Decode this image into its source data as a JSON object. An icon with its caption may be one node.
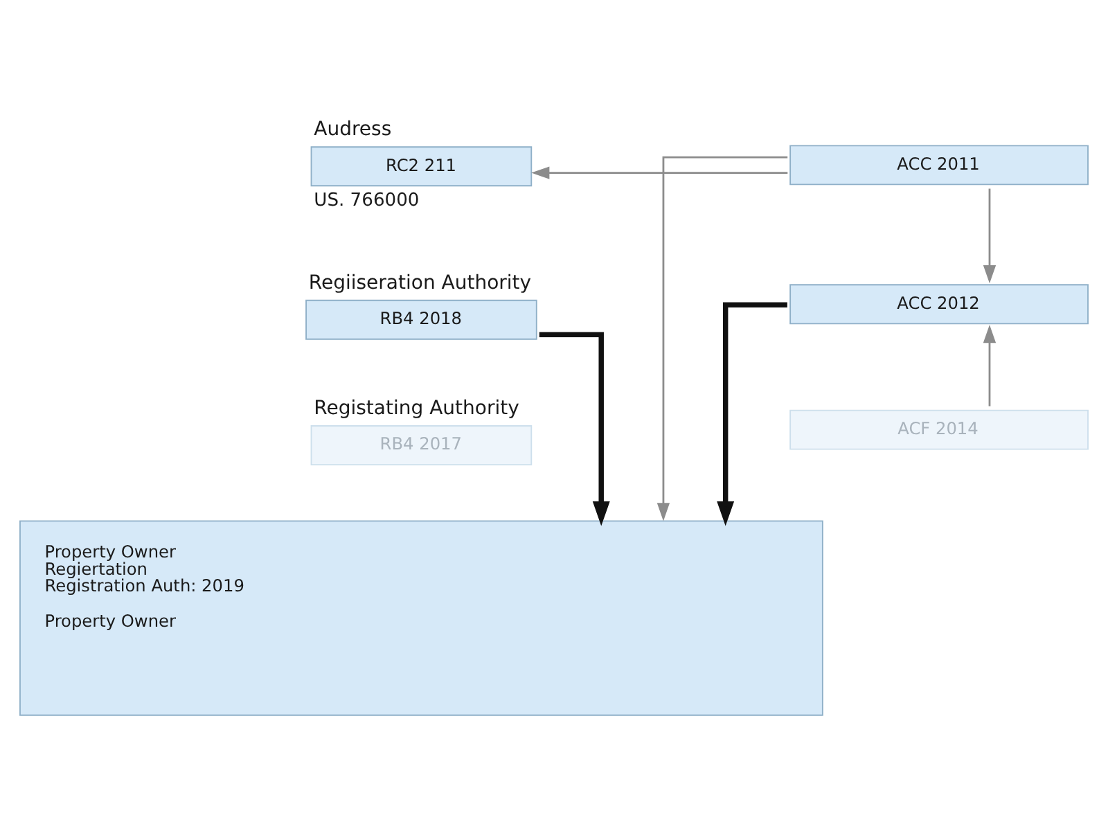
{
  "diagram": {
    "nodes": [
      {
        "text": [
          "Audress",
          "RC2 211"
        ],
        "beside": [
          "US. 766000"
        ]
      },
      {
        "text": [
          "Regiiseration Authority",
          "RB4 2018"
        ]
      },
      {
        "text": [
          "Registating Authority",
          "RB4 2017"
        ]
      },
      {
        "text": [
          "ACC 2011"
        ]
      },
      {
        "text": [
          "ACC 2012"
        ]
      },
      {
        "text": [
          "ACF 2014"
        ]
      },
      {
        "text": [
          "Property Owner",
          "Regiertation",
          "Registration Auth: 2019",
          "Property Owner"
        ]
      }
    ],
    "edges": [
      {
        "from": 3,
        "to": 0,
        "arrow": "to"
      },
      {
        "from": 3,
        "to": 4,
        "arrow": "to"
      },
      {
        "from": 5,
        "to": 4,
        "arrow": "to"
      },
      {
        "from": 3,
        "to": 6,
        "arrow": "to"
      },
      {
        "from": 1,
        "to": 6,
        "arrow": "to",
        "style": "thick",
        "color": "#111111"
      },
      {
        "from": 4,
        "to": 6,
        "arrow": "to",
        "style": "thick",
        "color": "#111111"
      }
    ]
  }
}
